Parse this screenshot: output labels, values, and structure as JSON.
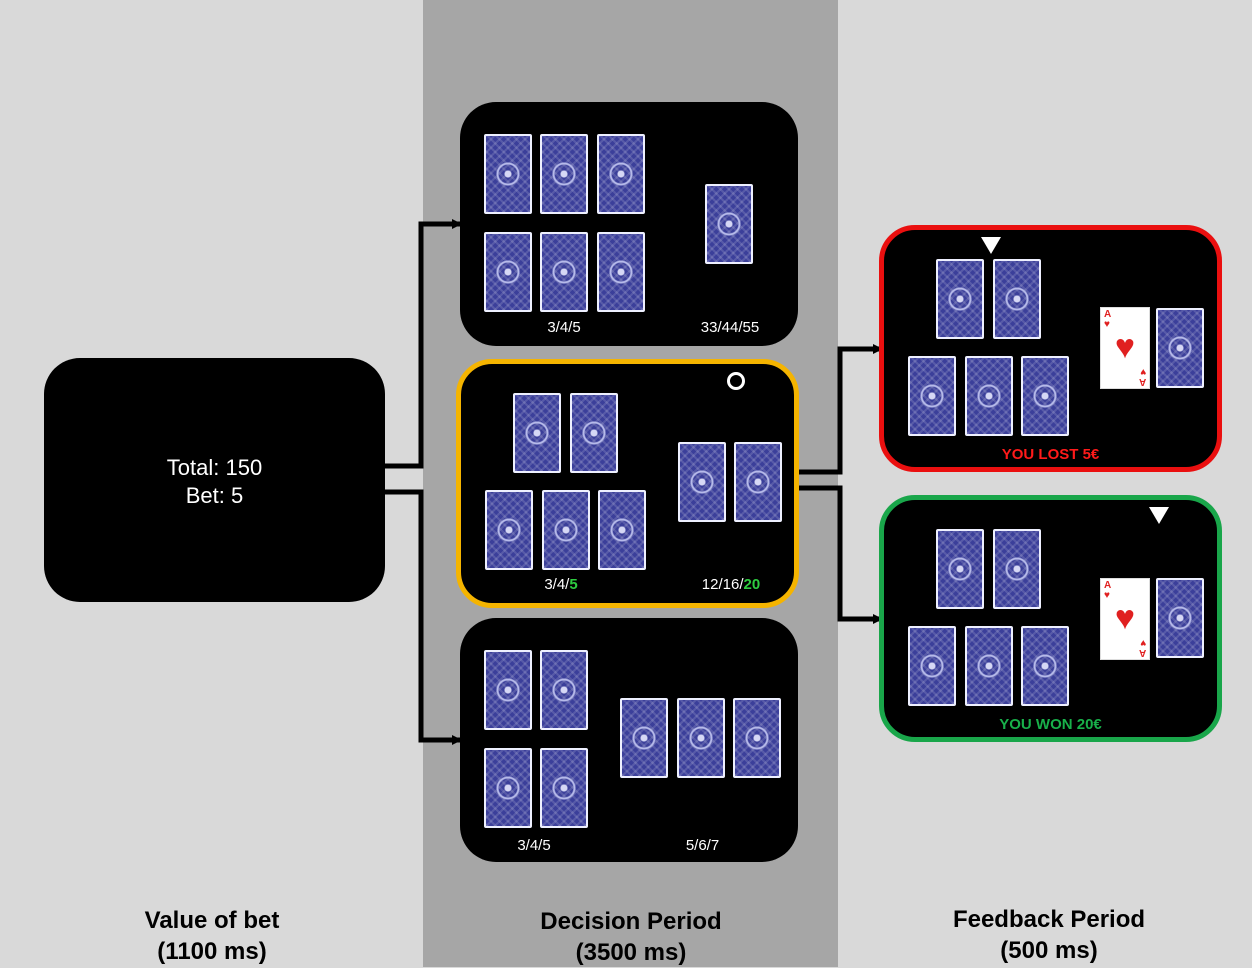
{
  "bet_panel": {
    "line1": "Total: 150",
    "line2": "Bet: 5"
  },
  "decision_panels": [
    {
      "label_left": "3/4/5",
      "label_right": "33/44/55"
    },
    {
      "label_left_prefix": "3/4/",
      "label_left_highlight": "5",
      "label_right_prefix": "12/16/",
      "label_right_highlight": "20"
    },
    {
      "label_left": "3/4/5",
      "label_right": "5/6/7"
    }
  ],
  "feedback_panels": [
    {
      "result": "YOU LOST 5€",
      "color": "#ff1a1a"
    },
    {
      "result": "YOU WON 20€",
      "color": "#18b04a"
    }
  ],
  "ace_corner": "A",
  "ace_pip": "♥",
  "titles": {
    "left_line1": "Value of bet",
    "left_line2": "(1100 ms)",
    "mid_line1": "Decision Period",
    "mid_line2": "(3500 ms)",
    "right_line1": "Feedback Period",
    "right_line2": "(500 ms)"
  },
  "colors": {
    "selected_border": "#f5b400",
    "lost_border": "#ea0f0f",
    "won_border": "#19a64a",
    "highlight_green": "#2ecc40"
  }
}
